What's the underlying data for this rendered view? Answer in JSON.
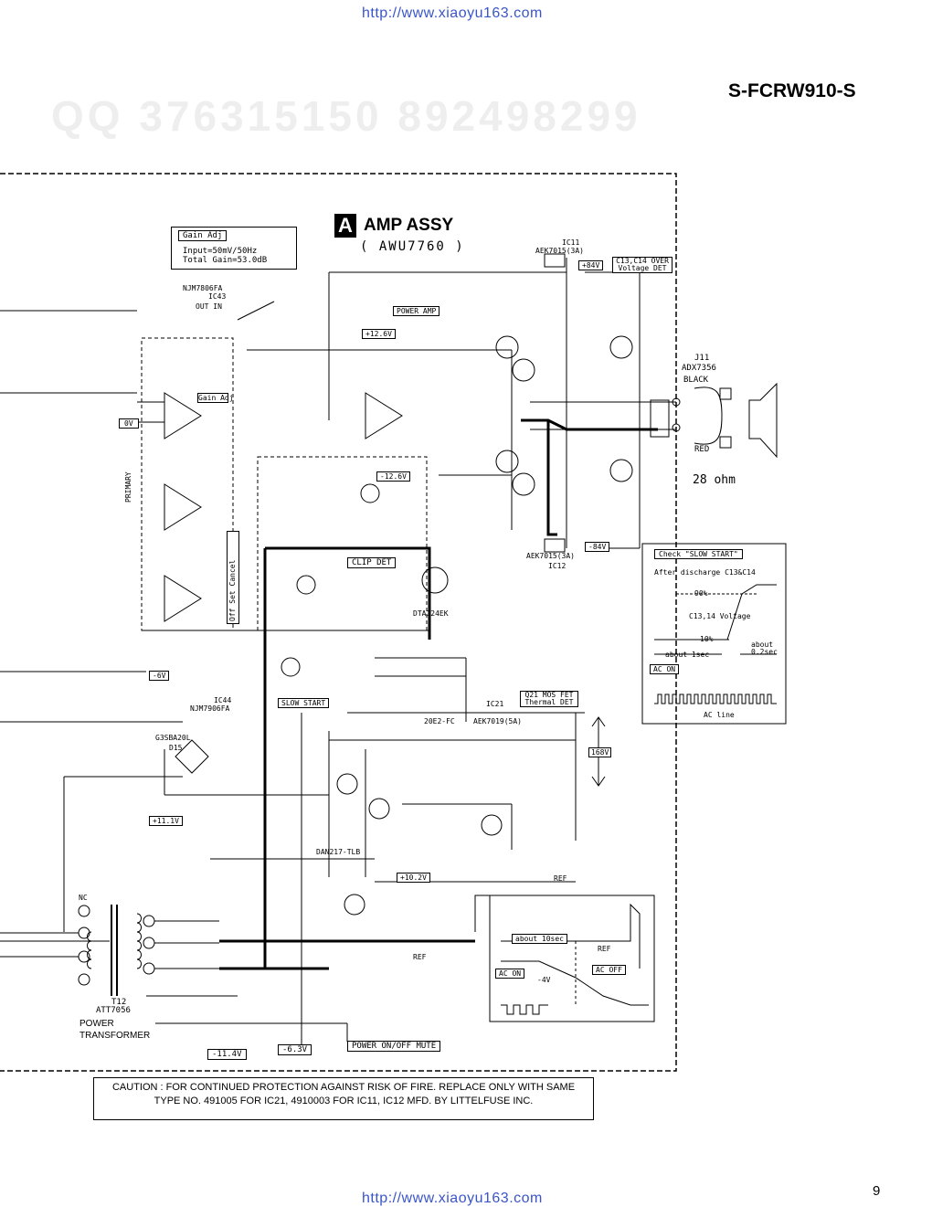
{
  "header": {
    "url_top": "http://www.xiaoyu163.com",
    "model": "S-FCRW910-S",
    "watermark": "QQ 376315150   892498299"
  },
  "section": {
    "badge": "A",
    "title": "AMP ASSY",
    "subtitle": "( AWU7760 )"
  },
  "gain_box": {
    "title": "Gain Adj",
    "line1": "Input=50mV/50Hz",
    "line2": "Total Gain=53.0dB"
  },
  "labels": {
    "njm7806": "NJM7806FA",
    "ic43": "IC43",
    "out_in_top": "OUT   IN",
    "vr41_gain": "Gain Adj",
    "zero_v": "0V",
    "primary": "PRIMARY",
    "ic11": "IC11",
    "aek7015_top": "AEK7015(3A)",
    "plus84": "+84V",
    "c13c14": "C13,C14 OVER Voltage DET",
    "power_amp": "POWER AMP",
    "plus12_6": "+12.6V",
    "minus12_6": "-12.6V",
    "j11": "J11",
    "adx": "ADX7356",
    "black": "BLACK",
    "red": "RED",
    "ohm": "28 ohm",
    "minus84": "-84V",
    "aek7015_bot": "AEK7015(3A)",
    "ic12": "IC12",
    "clip_det": "CLIP DET",
    "offset_cancel": "Off Set Cancel",
    "dta124ek": "DTA124EK",
    "minus6": "-6V",
    "njm7906": "NJM7906FA",
    "ic44": "IC44",
    "slow_start": "SLOW START",
    "q21_mos": "Q21 MOS FET Thermal DET",
    "aek7019": "AEK7019(5A)",
    "ic21": "IC21",
    "d26": "20E2-FC",
    "plus168": "168V",
    "g3sba20l": "G3SBA20L",
    "d15": "D15",
    "plus11_1": "+11.1V",
    "dan217": "DAN217-TLB",
    "plus10_2": "+10.2V",
    "ref": "REF",
    "nc": "NC",
    "t12": "T12",
    "att7056": "ATT7056",
    "power_transformer_1": "POWER",
    "power_transformer_2": "TRANSFORMER",
    "minus11_4": "-11.4V",
    "minus6_3": "-6.3V",
    "power_mute": "POWER ON/OFF MUTE",
    "about10": "about 10sec",
    "ac_on": "AC ON",
    "ac_off": "AC OFF",
    "minus4": "-4V"
  },
  "slow_start_box": {
    "title": "Check \"SLOW START\"",
    "line1": "After discharge C13&C14",
    "p90": "90%",
    "p10": "10%",
    "voltage": "C13,14 Voltage",
    "about1": "about 1sec",
    "about02": "about 0.2sec",
    "ac_on": "AC ON",
    "ac_line": "AC line"
  },
  "caution": {
    "line1": "CAUTION : FOR CONTINUED PROTECTION AGAINST RISK OF FIRE. REPLACE ONLY WITH SAME",
    "line2": "TYPE NO. 491005 FOR IC21, 4910003 FOR  IC11, IC12 MFD. BY LITTELFUSE INC."
  },
  "footer": {
    "url_bottom": "http://www.xiaoyu163.com",
    "page": "9"
  }
}
